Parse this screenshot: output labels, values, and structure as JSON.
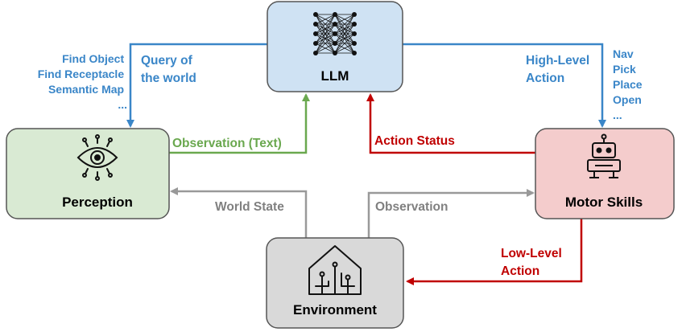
{
  "colors": {
    "blue": "#3a86c8",
    "green": "#6aa84f",
    "red": "#c00000",
    "gray": "#999999",
    "llm_fill": "#cfe2f3",
    "perception_fill": "#d9ead3",
    "motor_fill": "#f4cccc",
    "env_fill": "#d9d9d9",
    "box_stroke": "#555555",
    "gray_text": "#808080"
  },
  "nodes": {
    "llm": {
      "label": "LLM",
      "icon": "neural-network-icon"
    },
    "perception": {
      "label": "Perception",
      "icon": "eye-circuit-icon"
    },
    "motor": {
      "label": "Motor Skills",
      "icon": "robot-icon"
    },
    "environment": {
      "label": "Environment",
      "icon": "circuit-house-icon"
    }
  },
  "edges": {
    "query": {
      "label_lines": [
        "Query of",
        "the world"
      ]
    },
    "high_level": {
      "label_lines": [
        "High-Level",
        "Action"
      ]
    },
    "observation_text": {
      "label": "Observation (Text)"
    },
    "action_status": {
      "label": "Action Status"
    },
    "world_state": {
      "label": "World State"
    },
    "observation": {
      "label": "Observation"
    },
    "low_level": {
      "label_lines": [
        "Low-Level",
        "Action"
      ]
    }
  },
  "lists": {
    "perception_queries": [
      "Find Object",
      "Find Receptacle",
      "Semantic Map",
      "..."
    ],
    "skills": [
      "Nav",
      "Pick",
      "Place",
      "Open",
      "..."
    ]
  }
}
